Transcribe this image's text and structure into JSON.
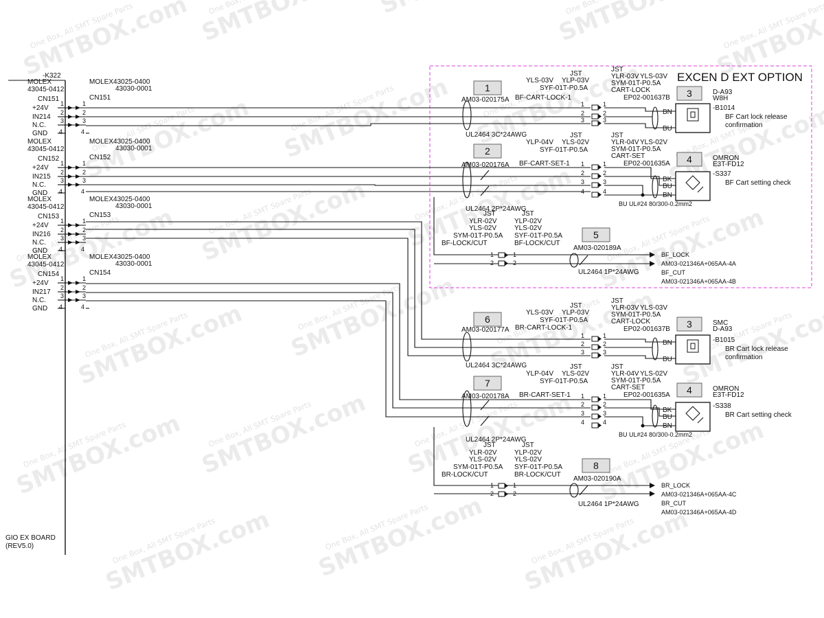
{
  "watermark": {
    "brand": "SMTBOX.com",
    "tagline": "One Box, All SMT Spare Parts"
  },
  "option_box": {
    "title": "EXCEN D EXT OPTION"
  },
  "board": {
    "name": "GIO EX BOARD",
    "rev": "(REV5.0)",
    "ref": "-K322"
  },
  "connectors": [
    {
      "id": "CN151",
      "in": "IN214",
      "molex": "MOLEX",
      "molex_pn": "43045-0412",
      "mate": "MOLEX43025-0400",
      "mate2": "43030-0001"
    },
    {
      "id": "CN152",
      "in": "IN215",
      "molex": "MOLEX",
      "molex_pn": "43045-0412",
      "mate": "MOLEX43025-0400",
      "mate2": "43030-0001"
    },
    {
      "id": "CN153",
      "in": "IN216",
      "molex": "MOLEX",
      "molex_pn": "43045-0412",
      "mate": "MOLEX43025-0400",
      "mate2": "43030-0001"
    },
    {
      "id": "CN154",
      "in": "IN217",
      "molex": "MOLEX",
      "molex_pn": "43045-0412",
      "mate": "MOLEX43025-0400",
      "mate2": "43030-0001"
    }
  ],
  "pin_labels": {
    "p24": "+24V",
    "nc": "N.C.",
    "gnd": "GND"
  },
  "cables": [
    {
      "num": "1",
      "pn": "AM03-020175A",
      "spec": "UL2464 3C*24AWG",
      "name": "BF-CART-LOCK-1",
      "jst": "JST",
      "jst_a": "YLS-03V",
      "jst_b": "YLP-03V",
      "jst_c": "SYF-01T-P0.5A"
    },
    {
      "num": "2",
      "pn": "AM03-020176A",
      "spec": "UL2464 2P*24AWG",
      "name": "BF-CART-SET-1",
      "jst": "JST",
      "jst_a": "YLP-04V",
      "jst_b": "YLS-02V",
      "jst_c": "SYF-01T-P0.5A"
    },
    {
      "num": "5",
      "pn": "AM03-020189A",
      "spec": "UL2464 1P*24AWG"
    },
    {
      "num": "6",
      "pn": "AM03-020177A",
      "spec": "UL2464 3C*24AWG",
      "name": "BR-CART-LOCK-1",
      "jst": "JST",
      "jst_a": "YLS-03V",
      "jst_b": "YLP-03V",
      "jst_c": "SYF-01T-P0.5A"
    },
    {
      "num": "7",
      "pn": "AM03-020178A",
      "spec": "UL2464 2P*24AWG",
      "name": "BR-CART-SET-1",
      "jst": "JST",
      "jst_a": "YLP-04V",
      "jst_b": "YLS-02V",
      "jst_c": "SYF-01T-P0.5A"
    },
    {
      "num": "8",
      "pn": "AM03-020190A",
      "spec": "UL2464 1P*24AWG"
    }
  ],
  "sensor_conn": [
    {
      "jst": "JST",
      "a": "YLR-03V",
      "b": "YLS-03V",
      "c": "SYM-01T-P0.5A",
      "name": "CART-LOCK",
      "ep": "EP02-001637B"
    },
    {
      "jst": "JST",
      "a": "YLR-04V",
      "b": "YLS-02V",
      "c": "SYM-01T-P0.5A",
      "name": "CART-SET",
      "ep": "EP02-001635A"
    },
    {
      "jst": "JST",
      "a": "YLR-03V",
      "b": "YLS-03V",
      "c": "SYM-01T-P0.5A",
      "name": "CART-LOCK",
      "ep": "EP02-001637B"
    },
    {
      "jst": "JST",
      "a": "YLR-04V",
      "b": "YLS-02V",
      "c": "SYM-01T-P0.5A",
      "name": "CART-SET",
      "ep": "EP02-001635A"
    }
  ],
  "sensors": [
    {
      "num": "3",
      "maker": "D-A93",
      "model": "W8H",
      "id": "-B1014",
      "desc1": "BF Cart lock release",
      "desc2": "confirmation"
    },
    {
      "num": "4",
      "maker": "OMRON",
      "model": "E3T-FD12",
      "id": "-S337",
      "desc1": "BF Cart setting check"
    },
    {
      "num": "3",
      "maker": "SMC",
      "model": "D-A93",
      "id": "-B1015",
      "desc1": "BR Cart lock release",
      "desc2": "confirmation"
    },
    {
      "num": "4",
      "maker": "OMRON",
      "model": "E3T-FD12",
      "id": "-S338",
      "desc1": "BR Cart setting check"
    }
  ],
  "wire_colors": {
    "bn": "BN",
    "bu": "BU",
    "bk": "BK"
  },
  "bu_note": "BU UL#24 80/300-0.2mm2",
  "lock_cut": [
    {
      "left_jst": "JST",
      "left_a": "YLR-02V",
      "left_b": "YLS-02V",
      "left_c": "SYM-01T-P0.5A",
      "left_name": "BF-LOCK/CUT",
      "right_jst": "JST",
      "right_a": "YLP-02V",
      "right_b": "YLS-02V",
      "right_c": "SYF-01T-P0.5A",
      "right_name": "BF-LOCK/CUT",
      "out1": "BF_LOCK",
      "out1_pn": "AM03-021346A+065AA-4A",
      "out2": "BF_CUT",
      "out2_pn": "AM03-021346A+065AA-4B"
    },
    {
      "left_jst": "JST",
      "left_a": "YLR-02V",
      "left_b": "YLS-02V",
      "left_c": "SYM-01T-P0.5A",
      "left_name": "BR-LOCK/CUT",
      "right_jst": "JST",
      "right_a": "YLP-02V",
      "right_b": "YLS-02V",
      "right_c": "SYF-01T-P0.5A",
      "right_name": "BR-LOCK/CUT",
      "out1": "BR_LOCK",
      "out1_pn": "AM03-021346A+065AA-4C",
      "out2": "BR_CUT",
      "out2_pn": "AM03-021346A+065AA-4D"
    }
  ]
}
